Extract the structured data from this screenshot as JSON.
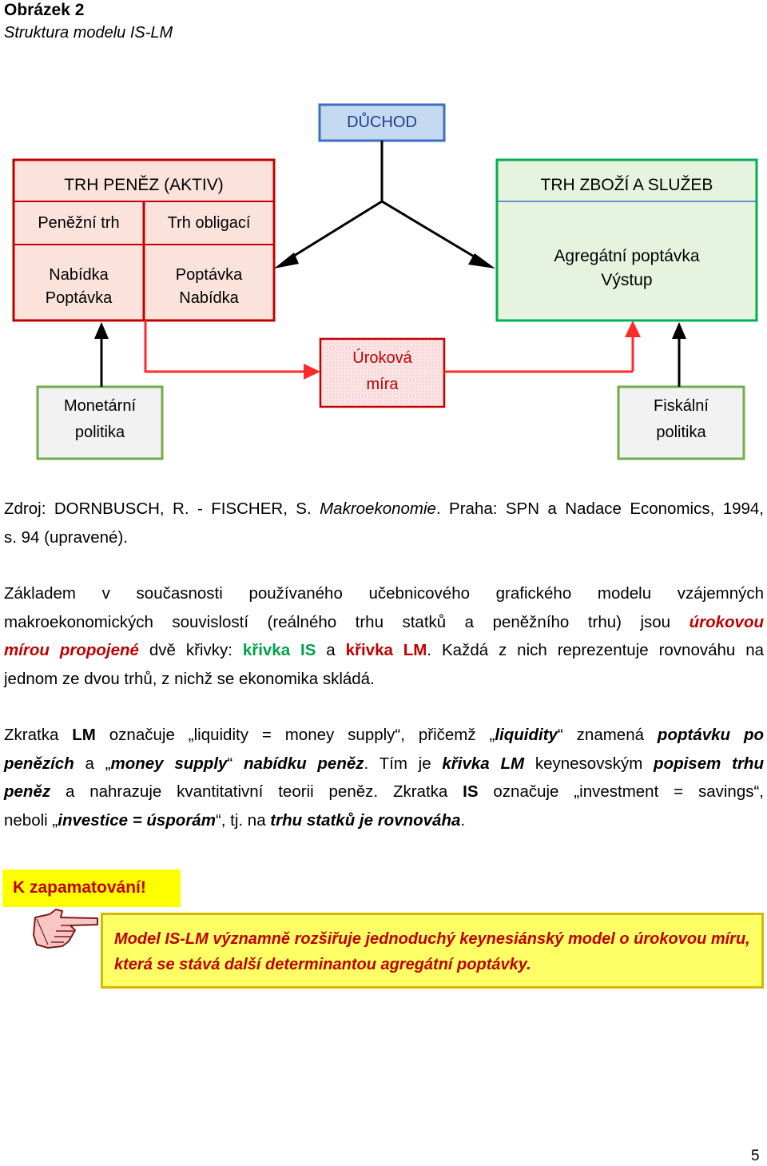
{
  "figure": {
    "title": "Obrázek 2",
    "subtitle": "Struktura modelu IS-LM"
  },
  "diagram": {
    "income": "DŮCHOD",
    "money_market": {
      "title": "TRH PENĚZ (AKTIV)",
      "col1_header": "Peněžní trh",
      "col2_header": "Trh obligací",
      "col1_line1": "Nabídka",
      "col1_line2": "Poptávka",
      "col2_line1": "Poptávka",
      "col2_line2": "Nabídka"
    },
    "goods_market": {
      "title": "TRH ZBOŽÍ A SLUŽEB",
      "line1": "Agregátní poptávka",
      "line2": "Výstup"
    },
    "interest_rate": {
      "line1": "Úroková",
      "line2": "míra"
    },
    "monetary_policy": {
      "line1": "Monetární",
      "line2": "politika"
    },
    "fiscal_policy": {
      "line1": "Fiskální",
      "line2": "politika"
    },
    "colors": {
      "blue": "#3c6fc0",
      "red": "#c00000",
      "green": "#00b050",
      "olive": "#70ad47",
      "yellow": "#ffff00"
    }
  },
  "source": {
    "prefix": "Zdroj: DORNBUSCH, R. - FISCHER, S. ",
    "book": "Makroekonomie",
    "rest_line1": ". Praha: SPN a Nadace Economics, 1994,",
    "line2": "s. 94 (upravené)."
  },
  "para1": {
    "l1": "Základem v současnosti používaného učebnicového grafického modelu vzájemných",
    "l2a": "makroekonomických souvislostí (reálného trhu statků a peněžního trhu) jsou ",
    "l2b": "úrokovou",
    "l3a": "mírou propojené",
    "l3b": " dvě křivky: ",
    "l3c": "křivka IS",
    "l3d": " a ",
    "l3e": "křivka LM",
    "l3f": ". Každá z nich reprezentuje rovnováhu na",
    "l4": "jednom ze dvou trhů, z nichž se ekonomika skládá."
  },
  "para2": {
    "l1a": "Zkratka ",
    "l1b": "LM",
    "l1c": " označuje „liquidity = money supply“, přičemž „",
    "l1d": "liquidity",
    "l1e": "“ znamená ",
    "l1f": "poptávku po",
    "l2a": "penězích",
    "l2b": " a „",
    "l2c": "money supply",
    "l2d": "“ ",
    "l2e": "nabídku peněz",
    "l2f": ". Tím je ",
    "l2g": "křivka LM",
    "l2h": " keynesovským ",
    "l2i": "popisem trhu",
    "l3a": "peněz",
    "l3b": " a nahrazuje kvantitativní teorii peněz.  Zkratka ",
    "l3c": "IS",
    "l3d": " označuje „investment = savings“,",
    "l4a": "neboli „",
    "l4b": "investice = úsporám",
    "l4c": "“, tj. na ",
    "l4d": "trhu statků je rovnováha",
    "l4e": "."
  },
  "remember": {
    "label": "K zapamatování!",
    "line1": "Model IS-LM významně rozšiřuje jednoduchý keynesiánský model o úrokovou míru,",
    "line2": "která se stává další determinantou agregátní poptávky."
  },
  "page_number": "5"
}
